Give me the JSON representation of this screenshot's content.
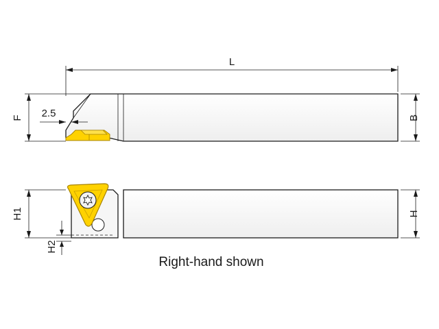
{
  "dimensions": {
    "length": "L",
    "shank_height_side": "F",
    "chamfer": "2.5",
    "width": "B",
    "height_1": "H1",
    "height": "H",
    "height_2": "H2"
  },
  "caption": "Right-hand shown",
  "colors": {
    "insert": "#ffd200",
    "insert_edge": "#c9a000",
    "body_fill": "#f4f4f4",
    "line": "#1a1a1a"
  }
}
